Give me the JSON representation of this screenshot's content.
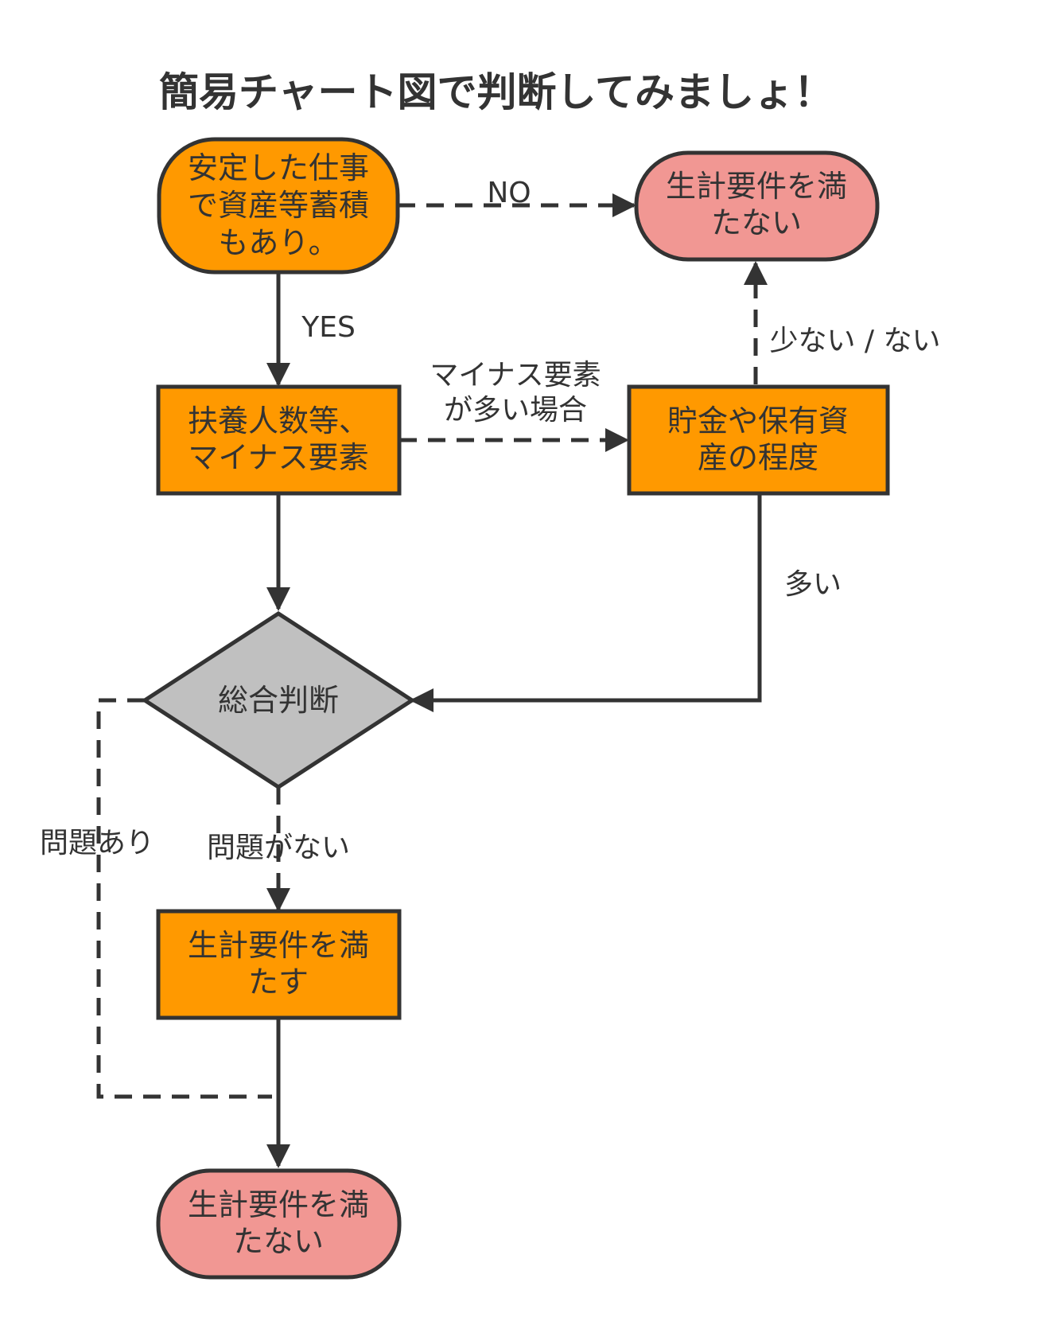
{
  "title": "簡易チャート図で判断してみましょ！",
  "colors": {
    "orange": "#ff9900",
    "pink": "#f19793",
    "gray": "#c0c0c0",
    "stroke": "#333333",
    "background": "#ffffff"
  },
  "nodes": {
    "start": {
      "lines": [
        "安定した仕事",
        "で資産等蓄積",
        "もあり。"
      ]
    },
    "fail_top": {
      "lines": [
        "生計要件を満",
        "たない"
      ]
    },
    "dependents": {
      "lines": [
        "扶養人数等、",
        "マイナス要素"
      ]
    },
    "savings": {
      "lines": [
        "貯金や保有資",
        "産の程度"
      ]
    },
    "judgment": {
      "lines": [
        "総合判断"
      ]
    },
    "pass": {
      "lines": [
        "生計要件を満",
        "たす"
      ]
    },
    "fail_bottom": {
      "lines": [
        "生計要件を満",
        "たない"
      ]
    }
  },
  "edges": {
    "no": {
      "lines": [
        "NO"
      ]
    },
    "yes": {
      "lines": [
        "YES"
      ]
    },
    "minus_many": {
      "lines": [
        "マイナス要素",
        "が多い場合"
      ]
    },
    "few_none": {
      "lines": [
        "少ない / ない"
      ]
    },
    "many": {
      "lines": [
        "多い"
      ]
    },
    "problem": {
      "lines": [
        "問題あり"
      ]
    },
    "no_problem": {
      "lines": [
        "問題がない"
      ]
    }
  }
}
